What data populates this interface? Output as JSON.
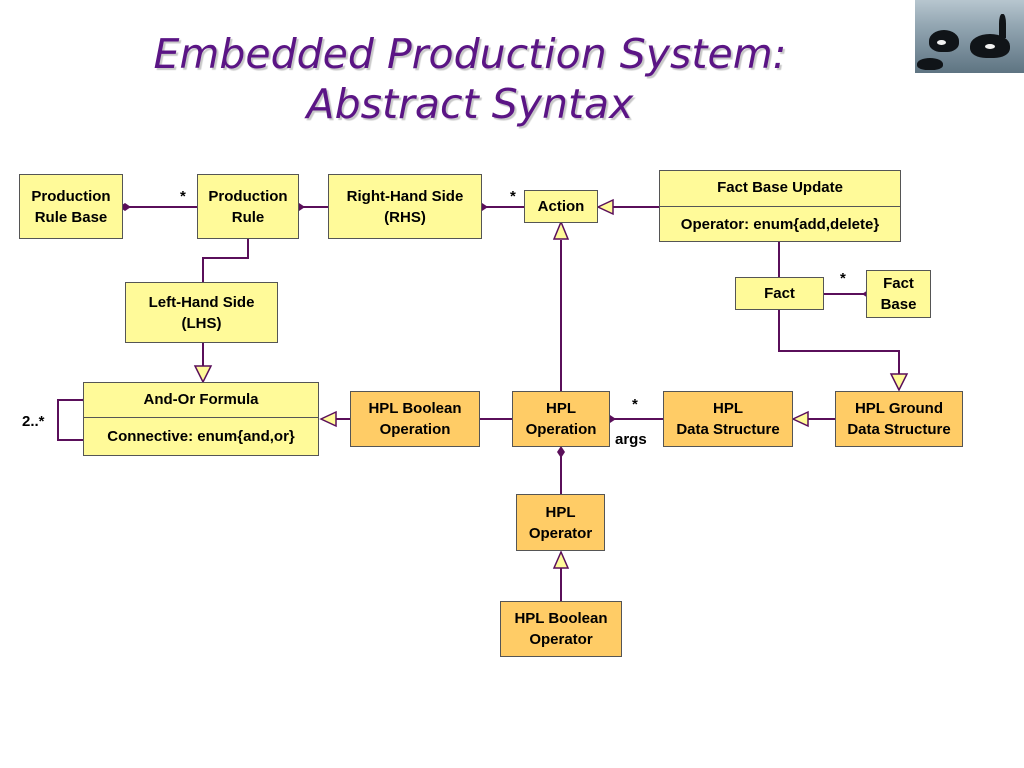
{
  "title": {
    "line1": "Embedded Production System:",
    "line2": "Abstract Syntax"
  },
  "colors": {
    "title": "#5b1585",
    "connector": "#5a0f5a",
    "box_yellow": "#fffa99",
    "box_orange": "#ffcc66"
  },
  "diagram": {
    "boxes": {
      "production_rule_base": "Production\nRule Base",
      "production_rule": "Production\nRule",
      "rhs": "Right-Hand Side\n(RHS)",
      "action": "Action",
      "lhs": "Left-Hand Side\n(LHS)",
      "fact": "Fact",
      "fact_base": "Fact\nBase",
      "hpl_boolean_operation": "HPL Boolean\nOperation",
      "hpl_operation": "HPL\nOperation",
      "hpl_data_structure": "HPL\nData Structure",
      "hpl_ground_data_structure": "HPL Ground\nData Structure",
      "hpl_operator": "HPL\nOperator",
      "hpl_boolean_operator": "HPL Boolean\nOperator"
    },
    "classes": {
      "fact_base_update": {
        "name": "Fact Base Update",
        "attribute": "Operator: enum{add,delete}"
      },
      "and_or_formula": {
        "name": "And-Or Formula",
        "attribute": "Connective: enum{and,or}"
      }
    },
    "multiplicities": {
      "rule_base_to_rule": "*",
      "rhs_to_action": "*",
      "fact_to_fact_base": "*",
      "operation_to_data_structure": "*",
      "formula_self": "2..*"
    },
    "role_labels": {
      "args": "args"
    }
  }
}
